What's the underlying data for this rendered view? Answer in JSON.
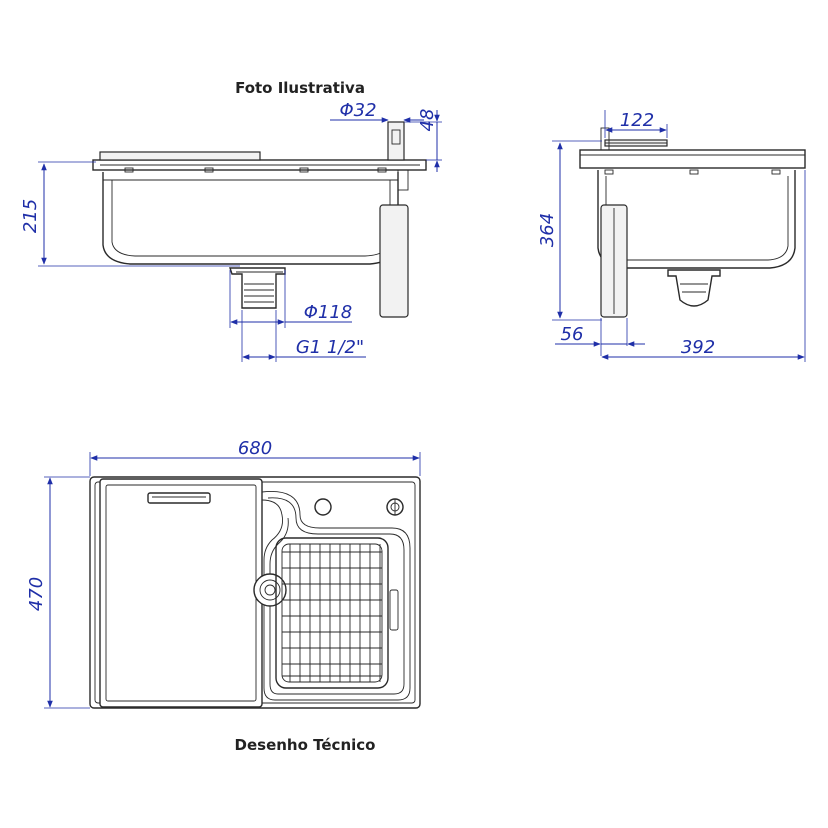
{
  "captions": {
    "illustrative": "Foto Ilustrativa",
    "technical": "Desenho Técnico"
  },
  "dimensions": {
    "front_height": "215",
    "tap_hole_diameter": "Φ32",
    "tap_height": "48",
    "drain_diameter": "Φ118",
    "drain_thread": "G1 1/2\"",
    "side_top_offset": "122",
    "side_height": "364",
    "side_bottom_offset": "56",
    "side_depth": "392",
    "plan_width": "680",
    "plan_depth": "470"
  },
  "colors": {
    "dimension": "#1f2fa8",
    "outline": "#2a2a2a"
  }
}
